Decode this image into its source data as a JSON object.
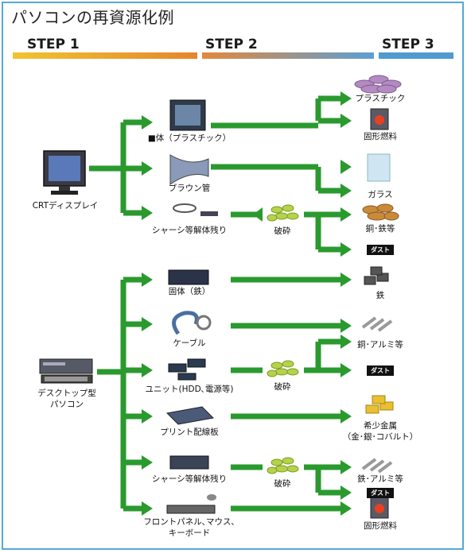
{
  "title": "パソコンの再資源化例",
  "steps": {
    "s1": "STEP 1",
    "s2": "STEP 2",
    "s3": "STEP 3"
  },
  "colors": {
    "arrow": "#2a9a2e",
    "frame": "#55a8d6",
    "bar1_start": "#e8b820",
    "bar1_end": "#e58a2a",
    "bar2_start": "#e38a3a",
    "bar2_end": "#5ea0d2",
    "bar3": "#4f9ad0"
  },
  "sources": {
    "crt": "CRTディスプレイ",
    "desktop_line1": "デスクトップ型",
    "desktop_line2": "パソコン"
  },
  "crt_parts": {
    "cabinet": "■体（プラスチック）",
    "tube": "ブラウン管",
    "chassis": "シャーシ等解体残り"
  },
  "crt_outputs": {
    "plastic": "プラスチック",
    "fuel": "固形燃料",
    "glass": "ガラス",
    "copper_iron": "銅･鉄等",
    "dust": "ダスト"
  },
  "crush": "破砕",
  "desktop_parts": {
    "case": "固体（鉄）",
    "cable": "ケーブル",
    "unit": "ユニット(HDD､電源等)",
    "board": "プリント配線板",
    "chassis": "シャーシ等解体残り",
    "front_line1": "フロントパネル､マウス､",
    "front_line2": "キーボード"
  },
  "desktop_outputs": {
    "iron": "鉄",
    "copper_al": "銅･アルミ等",
    "dust1": "ダスト",
    "rare_line1": "希少金属",
    "rare_line2": "（金･銀･コバルト）",
    "iron_al": "鉄･アルミ等",
    "dust2": "ダスト",
    "fuel": "固形燃料"
  }
}
